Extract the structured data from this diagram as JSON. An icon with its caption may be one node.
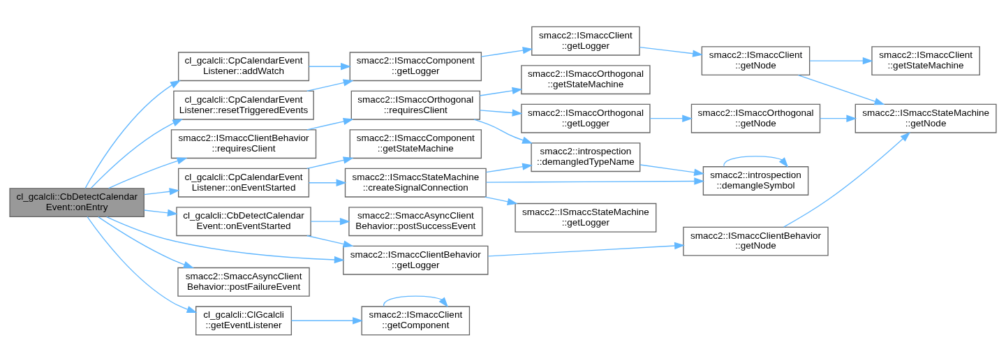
{
  "diagram": {
    "nodes": [
      {
        "text": [
          "cl_gcalcli::CbDetectCalendar Event::onEntry"
        ]
      },
      {
        "text": [
          "cl_gcalcli::CpCalendarEvent Listener::addWatch"
        ]
      },
      {
        "text": [
          "cl_gcalcli::CpCalendarEvent Listener::resetTriggeredEvents"
        ]
      },
      {
        "text": [
          "cl_gcalcli::CbDetectCalendar Event::onEventStarted"
        ]
      },
      {
        "text": [
          "smacc2::ISmaccClientBehavior ::requiresClient"
        ]
      },
      {
        "text": [
          "cl_gcalcli::CpCalendarEvent Listener::onEventStarted"
        ]
      },
      {
        "text": [
          "cl_gcalcli::ClGcalcli ::getEventListener"
        ]
      },
      {
        "text": [
          "smacc2::SmaccAsyncClient Behavior::postFailureEvent"
        ]
      },
      {
        "text": [
          "smacc2::ISmaccComponent ::getLogger"
        ]
      },
      {
        "text": [
          "smacc2::ISmaccClientBehavior ::getLogger"
        ]
      },
      {
        "text": [
          "smacc2::SmaccAsyncClient Behavior::postSuccessEvent"
        ]
      },
      {
        "text": [
          "smacc2::ISmaccOrthogonal ::requiresClient"
        ]
      },
      {
        "text": [
          "smacc2::ISmaccStateMachine ::createSignalConnection"
        ]
      },
      {
        "text": [
          "smacc2::ISmaccComponent ::getStateMachine"
        ]
      },
      {
        "text": [
          "smacc2::ISmaccClient ::getComponent"
        ]
      },
      {
        "text": [
          "smacc2::ISmaccClient ::getLogger"
        ]
      },
      {
        "text": [
          "smacc2::ISmaccOrthogonal ::getLogger"
        ]
      },
      {
        "text": [
          "smacc2::ISmaccOrthogonal ::getStateMachine"
        ]
      },
      {
        "text": [
          "smacc2::introspection ::demangledTypeName"
        ]
      },
      {
        "text": [
          "smacc2::ISmaccStateMachine ::getLogger"
        ]
      },
      {
        "text": [
          "smacc2::ISmaccClient ::getNode"
        ]
      },
      {
        "text": [
          "smacc2::ISmaccClientBehavior ::getNode"
        ]
      },
      {
        "text": [
          "smacc2::ISmaccOrthogonal ::getNode"
        ]
      },
      {
        "text": [
          "smacc2::introspection ::demangleSymbol"
        ]
      },
      {
        "text": [
          "smacc2::ISmaccClient ::getStateMachine"
        ]
      },
      {
        "text": [
          "smacc2::ISmaccStateMachine ::getNode"
        ]
      }
    ],
    "edges": [
      {
        "from": 0,
        "to": 1,
        "arrow": "to"
      },
      {
        "from": 0,
        "to": 2,
        "arrow": "to"
      },
      {
        "from": 0,
        "to": 9,
        "arrow": "to"
      },
      {
        "from": 0,
        "to": 3,
        "arrow": "to"
      },
      {
        "from": 0,
        "to": 4,
        "arrow": "to"
      },
      {
        "from": 0,
        "to": 5,
        "arrow": "to"
      },
      {
        "from": 0,
        "to": 6,
        "arrow": "to"
      },
      {
        "from": 0,
        "to": 7,
        "arrow": "to"
      },
      {
        "from": 1,
        "to": 8,
        "arrow": "to"
      },
      {
        "from": 2,
        "to": 8,
        "arrow": "to"
      },
      {
        "from": 8,
        "to": 15,
        "arrow": "to"
      },
      {
        "from": 15,
        "to": 20,
        "arrow": "to"
      },
      {
        "from": 20,
        "to": 24,
        "arrow": "to"
      },
      {
        "from": 20,
        "to": 25,
        "arrow": "to"
      },
      {
        "from": 9,
        "to": 21,
        "arrow": "to"
      },
      {
        "from": 21,
        "to": 25,
        "arrow": "to"
      },
      {
        "from": 3,
        "to": 9,
        "arrow": "to"
      },
      {
        "from": 3,
        "to": 10,
        "arrow": "to"
      },
      {
        "from": 4,
        "to": 11,
        "arrow": "to"
      },
      {
        "from": 11,
        "to": 16,
        "arrow": "to"
      },
      {
        "from": 11,
        "to": 17,
        "arrow": "to"
      },
      {
        "from": 11,
        "to": 18,
        "arrow": "to"
      },
      {
        "from": 16,
        "to": 22,
        "arrow": "to"
      },
      {
        "from": 22,
        "to": 25,
        "arrow": "to"
      },
      {
        "from": 5,
        "to": 12,
        "arrow": "to"
      },
      {
        "from": 5,
        "to": 13,
        "arrow": "to"
      },
      {
        "from": 12,
        "to": 18,
        "arrow": "to"
      },
      {
        "from": 12,
        "to": 23,
        "arrow": "to"
      },
      {
        "from": 12,
        "to": 19,
        "arrow": "to"
      },
      {
        "from": 18,
        "to": 23,
        "arrow": "to"
      },
      {
        "from": 23,
        "to": 23,
        "arrow": "to"
      },
      {
        "from": 6,
        "to": 14,
        "arrow": "to"
      },
      {
        "from": 14,
        "to": 14,
        "arrow": "to"
      }
    ]
  }
}
